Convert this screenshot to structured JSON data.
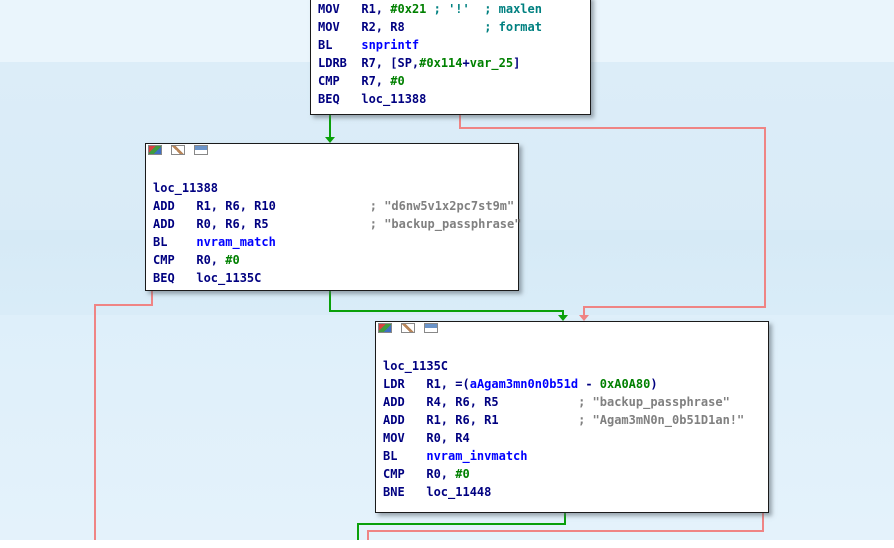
{
  "view": {
    "kind": "disassembly-graph"
  },
  "colors": {
    "code": "#000080",
    "number": "#008000",
    "name": "#0000ff",
    "comment": "#008080",
    "string": "#808080",
    "edge_true": "#0aa00a",
    "edge_false": "#ef8484",
    "node_border": "#1a1a1a",
    "node_bg": "#ffffff"
  },
  "blocks": [
    {
      "label": "",
      "lines": [
        [
          {
            "t": "MOV   ",
            "c": "k"
          },
          {
            "t": "R1, ",
            "c": "k"
          },
          {
            "t": "#0x21",
            "c": "n"
          },
          {
            "t": " ; '!'  ; maxlen",
            "c": "a"
          }
        ],
        [
          {
            "t": "MOV   ",
            "c": "k"
          },
          {
            "t": "R2, R8           ",
            "c": "k"
          },
          {
            "t": "; format",
            "c": "a"
          }
        ],
        [
          {
            "t": "BL    ",
            "c": "k"
          },
          {
            "t": "snprintf",
            "c": "f"
          }
        ],
        [
          {
            "t": "LDRB  ",
            "c": "k"
          },
          {
            "t": "R7, [SP,",
            "c": "k"
          },
          {
            "t": "#0x114",
            "c": "n"
          },
          {
            "t": "+",
            "c": "k"
          },
          {
            "t": "var_25",
            "c": "n"
          },
          {
            "t": "]",
            "c": "k"
          }
        ],
        [
          {
            "t": "CMP   ",
            "c": "k"
          },
          {
            "t": "R7, ",
            "c": "k"
          },
          {
            "t": "#0",
            "c": "n"
          }
        ],
        [
          {
            "t": "BEQ   ",
            "c": "k"
          },
          {
            "t": "loc_11388",
            "c": "k"
          }
        ]
      ]
    },
    {
      "label": "loc_11388",
      "lines": [
        [
          {
            "t": "loc_11388",
            "c": "k"
          }
        ],
        [
          {
            "t": "ADD   ",
            "c": "k"
          },
          {
            "t": "R1, R6, R10             ",
            "c": "k"
          },
          {
            "t": "; \"d6nw5v1x2pc7st9m\"",
            "c": "g"
          }
        ],
        [
          {
            "t": "ADD   ",
            "c": "k"
          },
          {
            "t": "R0, R6, R5              ",
            "c": "k"
          },
          {
            "t": "; \"backup_passphrase\"",
            "c": "g"
          }
        ],
        [
          {
            "t": "BL    ",
            "c": "k"
          },
          {
            "t": "nvram_match",
            "c": "f"
          }
        ],
        [
          {
            "t": "CMP   ",
            "c": "k"
          },
          {
            "t": "R0, ",
            "c": "k"
          },
          {
            "t": "#0",
            "c": "n"
          }
        ],
        [
          {
            "t": "BEQ   ",
            "c": "k"
          },
          {
            "t": "loc_1135C",
            "c": "k"
          }
        ]
      ]
    },
    {
      "label": "loc_1135C",
      "lines": [
        [
          {
            "t": "loc_1135C",
            "c": "k"
          }
        ],
        [
          {
            "t": "LDR   ",
            "c": "k"
          },
          {
            "t": "R1, =(",
            "c": "k"
          },
          {
            "t": "aAgam3mn0n0b51d",
            "c": "f"
          },
          {
            "t": " - ",
            "c": "k"
          },
          {
            "t": "0xA0A80",
            "c": "n"
          },
          {
            "t": ")",
            "c": "k"
          }
        ],
        [
          {
            "t": "ADD   ",
            "c": "k"
          },
          {
            "t": "R4, R6, R5           ",
            "c": "k"
          },
          {
            "t": "; \"backup_passphrase\"",
            "c": "g"
          }
        ],
        [
          {
            "t": "ADD   ",
            "c": "k"
          },
          {
            "t": "R1, R6, R1           ",
            "c": "k"
          },
          {
            "t": "; \"Agam3mN0n_0b51D1an!\"",
            "c": "g"
          }
        ],
        [
          {
            "t": "MOV   ",
            "c": "k"
          },
          {
            "t": "R0, R4",
            "c": "k"
          }
        ],
        [
          {
            "t": "BL    ",
            "c": "k"
          },
          {
            "t": "nvram_invmatch",
            "c": "f"
          }
        ],
        [
          {
            "t": "CMP   ",
            "c": "k"
          },
          {
            "t": "R0, ",
            "c": "k"
          },
          {
            "t": "#0",
            "c": "n"
          }
        ],
        [
          {
            "t": "BNE   ",
            "c": "k"
          },
          {
            "t": "loc_11448",
            "c": "k"
          }
        ]
      ]
    }
  ],
  "edges": [
    {
      "from": "entry",
      "to": "loc_11388",
      "condition": "true",
      "color": "green"
    },
    {
      "from": "entry",
      "to": "loc_1135C",
      "condition": "false",
      "color": "red"
    },
    {
      "from": "loc_11388",
      "to": "loc_1135C",
      "condition": "true",
      "color": "green"
    },
    {
      "from": "loc_11388",
      "to": "offscreen-bottom-left",
      "condition": "false",
      "color": "red"
    },
    {
      "from": "loc_1135C",
      "to": "offscreen-bottom",
      "condition": "true",
      "color": "green"
    },
    {
      "from": "loc_1135C",
      "to": "offscreen-bottom",
      "condition": "false",
      "color": "red"
    }
  ]
}
